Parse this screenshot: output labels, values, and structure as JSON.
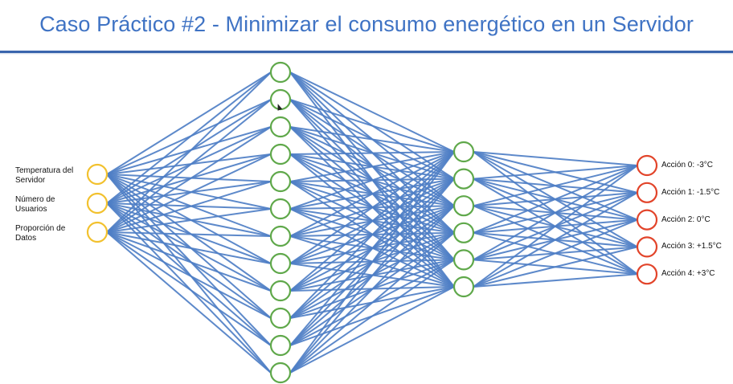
{
  "title": "Caso Práctico #2 - Minimizar el consumo energético en un Servidor",
  "colors": {
    "title": "#3f73c4",
    "rule": "#3a65ad",
    "edge": "#4f7fc6",
    "input_node": "#f2c12e",
    "hidden_node": "#5fa84a",
    "output_node": "#e2442a"
  },
  "network": {
    "input_labels": [
      "Temperatura del Servidor",
      "Número de Usuarios",
      "Proporción de Datos"
    ],
    "hidden_layer_1_size": 12,
    "hidden_layer_2_size": 6,
    "output_labels": [
      "Acción 0: -3°C",
      "Acción 1: -1.5°C",
      "Acción 2: 0°C",
      "Acción 3: +1.5°C",
      "Acción 4: +3°C"
    ]
  }
}
